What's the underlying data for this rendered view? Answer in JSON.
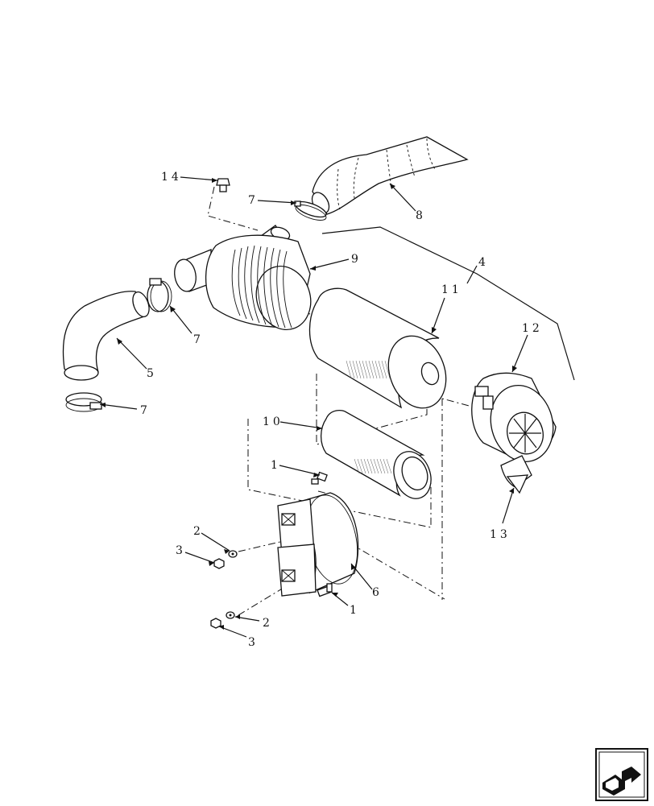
{
  "diagram": {
    "callouts": {
      "c14": "14",
      "c7a": "7",
      "c8": "8",
      "c9": "9",
      "c4": "4",
      "c11": "11",
      "c12": "12",
      "c7b": "7",
      "c5": "5",
      "c7c": "7",
      "c10": "10",
      "c1a": "1",
      "c13": "13",
      "c2a": "2",
      "c3a": "3",
      "c6": "6",
      "c1b": "1",
      "c2b": "2",
      "c3b": "3"
    }
  },
  "nav": {
    "icon": "next-page-arrow-icon"
  }
}
